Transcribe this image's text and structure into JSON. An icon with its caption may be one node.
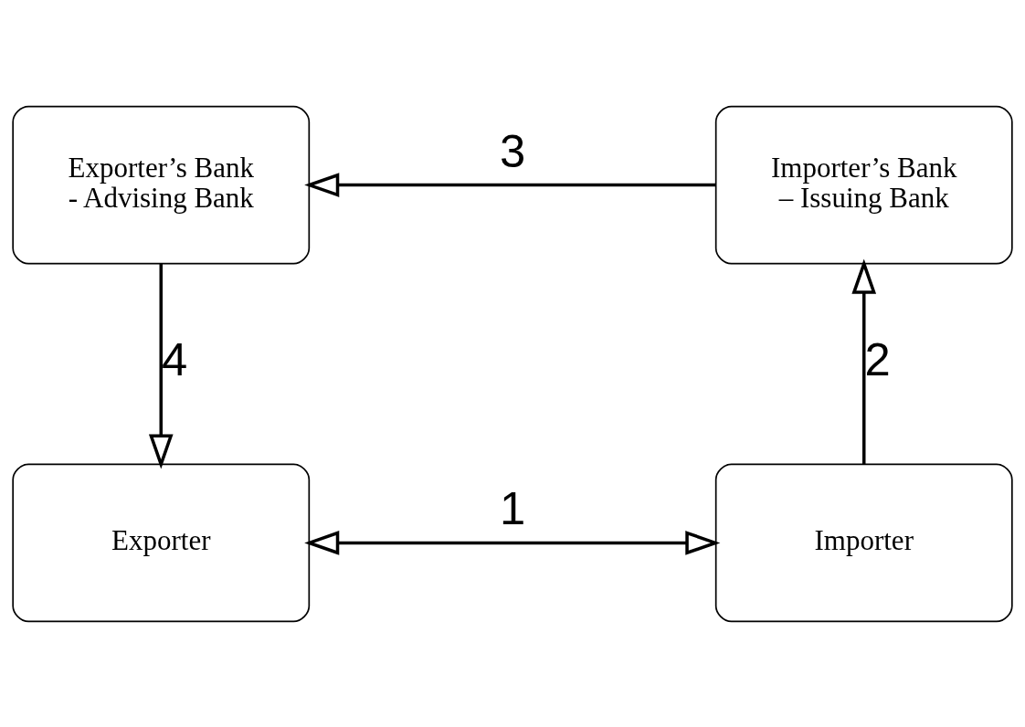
{
  "diagram": {
    "nodes": [
      {
        "text": [
          "Exporter’s Bank - Advising Bank"
        ]
      },
      {
        "text": [
          "Importer’s Bank – Issuing Bank"
        ]
      },
      {
        "text": [
          "Exporter"
        ]
      },
      {
        "text": [
          "Importer"
        ]
      }
    ],
    "edges": [
      {
        "from": 2,
        "to": 3,
        "arrow": "both",
        "label": "1"
      },
      {
        "from": 3,
        "to": 1,
        "arrow": "to",
        "label": "2"
      },
      {
        "from": 1,
        "to": 0,
        "arrow": "to",
        "label": "3"
      },
      {
        "from": 0,
        "to": 2,
        "arrow": "to",
        "label": "4"
      }
    ]
  }
}
